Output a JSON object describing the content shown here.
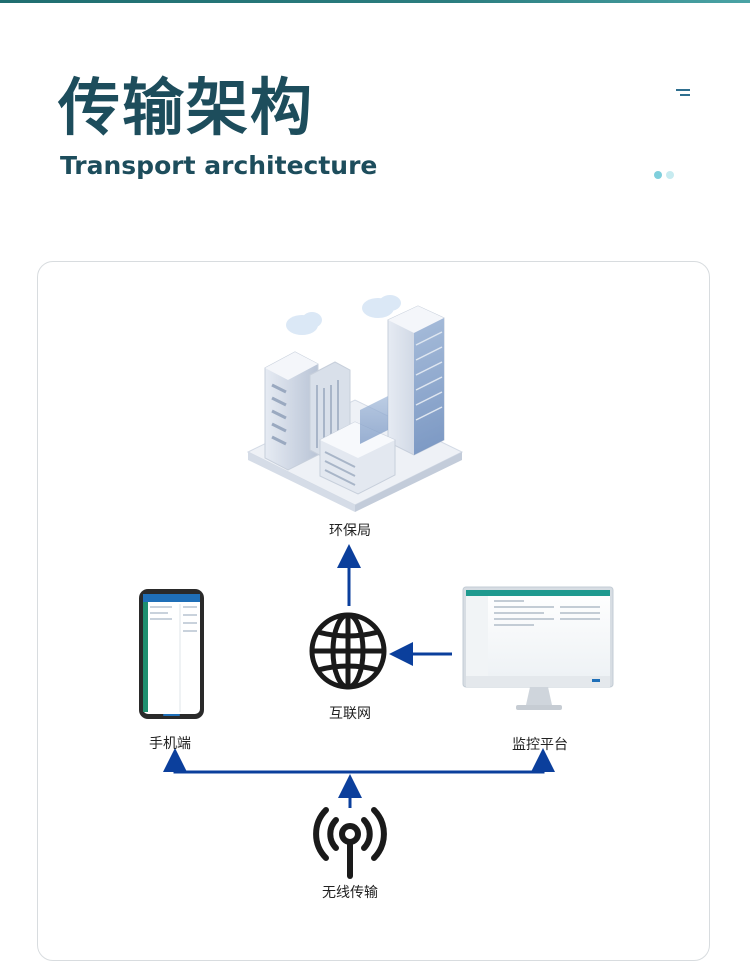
{
  "header": {
    "title_cn": "传输架构",
    "title_en": "Transport architecture"
  },
  "diagram": {
    "nodes": [
      {
        "id": "epb",
        "label": "环保局",
        "icon": "city-buildings-icon"
      },
      {
        "id": "internet",
        "label": "互联网",
        "icon": "globe-icon"
      },
      {
        "id": "mobile",
        "label": "手机端",
        "icon": "smartphone-icon"
      },
      {
        "id": "platform",
        "label": "监控平台",
        "icon": "monitor-icon"
      },
      {
        "id": "wireless",
        "label": "无线传输",
        "icon": "wireless-antenna-icon"
      }
    ],
    "edges": [
      {
        "from": "internet",
        "to": "epb"
      },
      {
        "from": "platform",
        "to": "internet"
      },
      {
        "from": "wireless",
        "to": "mobile"
      },
      {
        "from": "wireless",
        "to": "platform"
      }
    ]
  },
  "colors": {
    "title": "#1d4d5c",
    "arrow": "#0b3f9c",
    "accent": "#1f6e70"
  }
}
